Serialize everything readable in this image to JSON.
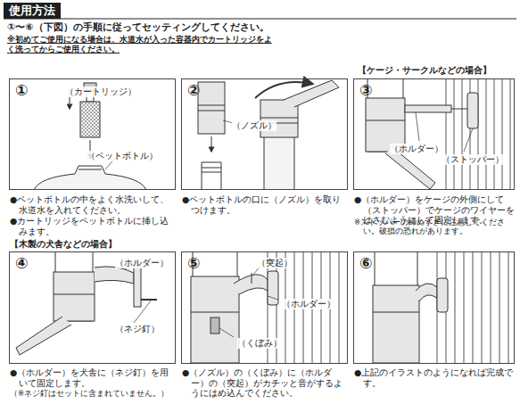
{
  "diagram": {
    "title": "使用方法",
    "nodes": [
      {
        "text": [
          "①",
          "（カートリッジ）",
          "（ペットボトル）",
          "●ペットボトルの中をよく水洗いして、水道水を入れてください。",
          "●カートリッジをペットボトルに挿し込みます。"
        ]
      },
      {
        "text": [
          "②",
          "（ノズル）",
          "●ペットボトルの口に（ノズル）を取りつけます。"
        ]
      },
      {
        "text": [
          "【ケージ・サークルなどの場合】",
          "③",
          "（ホルダー）",
          "（ストッパー）",
          "●（ホルダー）をケージの外側にして（ストッパー）でケージのワイヤーをはさむようにして固定します。",
          "※ストッパーの締めすぎに注意してください。破損の恐れがあります。"
        ]
      },
      {
        "text": [
          "【木製の犬舎などの場合】",
          "④",
          "（ホルダー）",
          "（ネジ釘）",
          "●（ホルダー）を犬舎に（ネジ釘）を用いて固定します。",
          "（※ネジ釘はセットに含まれていません。）"
        ]
      },
      {
        "text": [
          "⑤",
          "（突起）",
          "（ホルダー）",
          "（くぼみ）",
          "●（ノズル）の（くぼみ）に（ホルダー）の（突起）がカチッと音がするようにはめ込んでください。"
        ]
      },
      {
        "text": [
          "⑥",
          "●上記のイラストのようになれば完成です。"
        ]
      }
    ],
    "labels": [
      "①〜⑥（下図）の手順に従ってセッティングしてください。",
      "※初めてご使用になる場合は、水道水が入った容器内でカートリッジをよく洗ってからご使用ください。"
    ]
  }
}
